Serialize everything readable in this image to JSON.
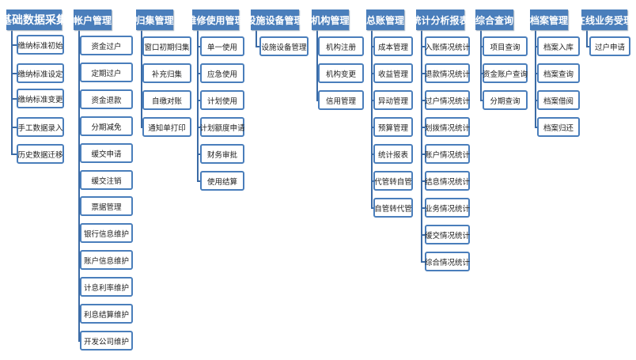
{
  "columns": [
    {
      "title": "基础数据采集",
      "items": [
        "缴纳标准初始",
        "缴纳标准设定",
        "缴纳标准变更",
        "手工数据录入",
        "历史数据迁移"
      ]
    },
    {
      "title": "帐户管理",
      "items": [
        "资金过户",
        "定期过户",
        "资金退款",
        "分期减免",
        "缓交申请",
        "缓交注销",
        "票据管理",
        "银行信息维护",
        "账户信息维护",
        "计息利率维护",
        "利息结算维护",
        "开发公司维护"
      ]
    },
    {
      "title": "归集管理",
      "items": [
        "窗口初期归集",
        "补充归集",
        "自缴对账",
        "通知单打印"
      ]
    },
    {
      "title": "维修使用管理",
      "items": [
        "单一使用",
        "应急使用",
        "计划使用",
        "计划额度申请",
        "财务审批",
        "使用结算"
      ]
    },
    {
      "title": "设施设备管理",
      "items": [
        "设施设备管理"
      ]
    },
    {
      "title": "机构管理",
      "items": [
        "机构注册",
        "机构变更",
        "信用管理"
      ]
    },
    {
      "title": "总账管理",
      "items": [
        "成本管理",
        "收益管理",
        "异动管理",
        "预算管理",
        "统计报表",
        "代管转自管",
        "自管转代管"
      ]
    },
    {
      "title": "统计分析报表",
      "items": [
        "入账情况统计",
        "退款情况统计",
        "过户情况统计",
        "划拨情况统计",
        "账户情况统计",
        "结息情况统计",
        "业务情况统计",
        "缓交情况统计",
        "综合情况统计"
      ]
    },
    {
      "title": "综合查询",
      "items": [
        "项目查询",
        "资金账户查询",
        "分期查询"
      ]
    },
    {
      "title": "档案管理",
      "items": [
        "档案入库",
        "档案查询",
        "档案借阅",
        "档案归还"
      ]
    },
    {
      "title": "在线业务受理",
      "items": [
        "过户申请"
      ]
    }
  ],
  "colors": {
    "header": "#4a7ebb",
    "border": "#4a7ebb",
    "line": "#3a6aa5"
  }
}
